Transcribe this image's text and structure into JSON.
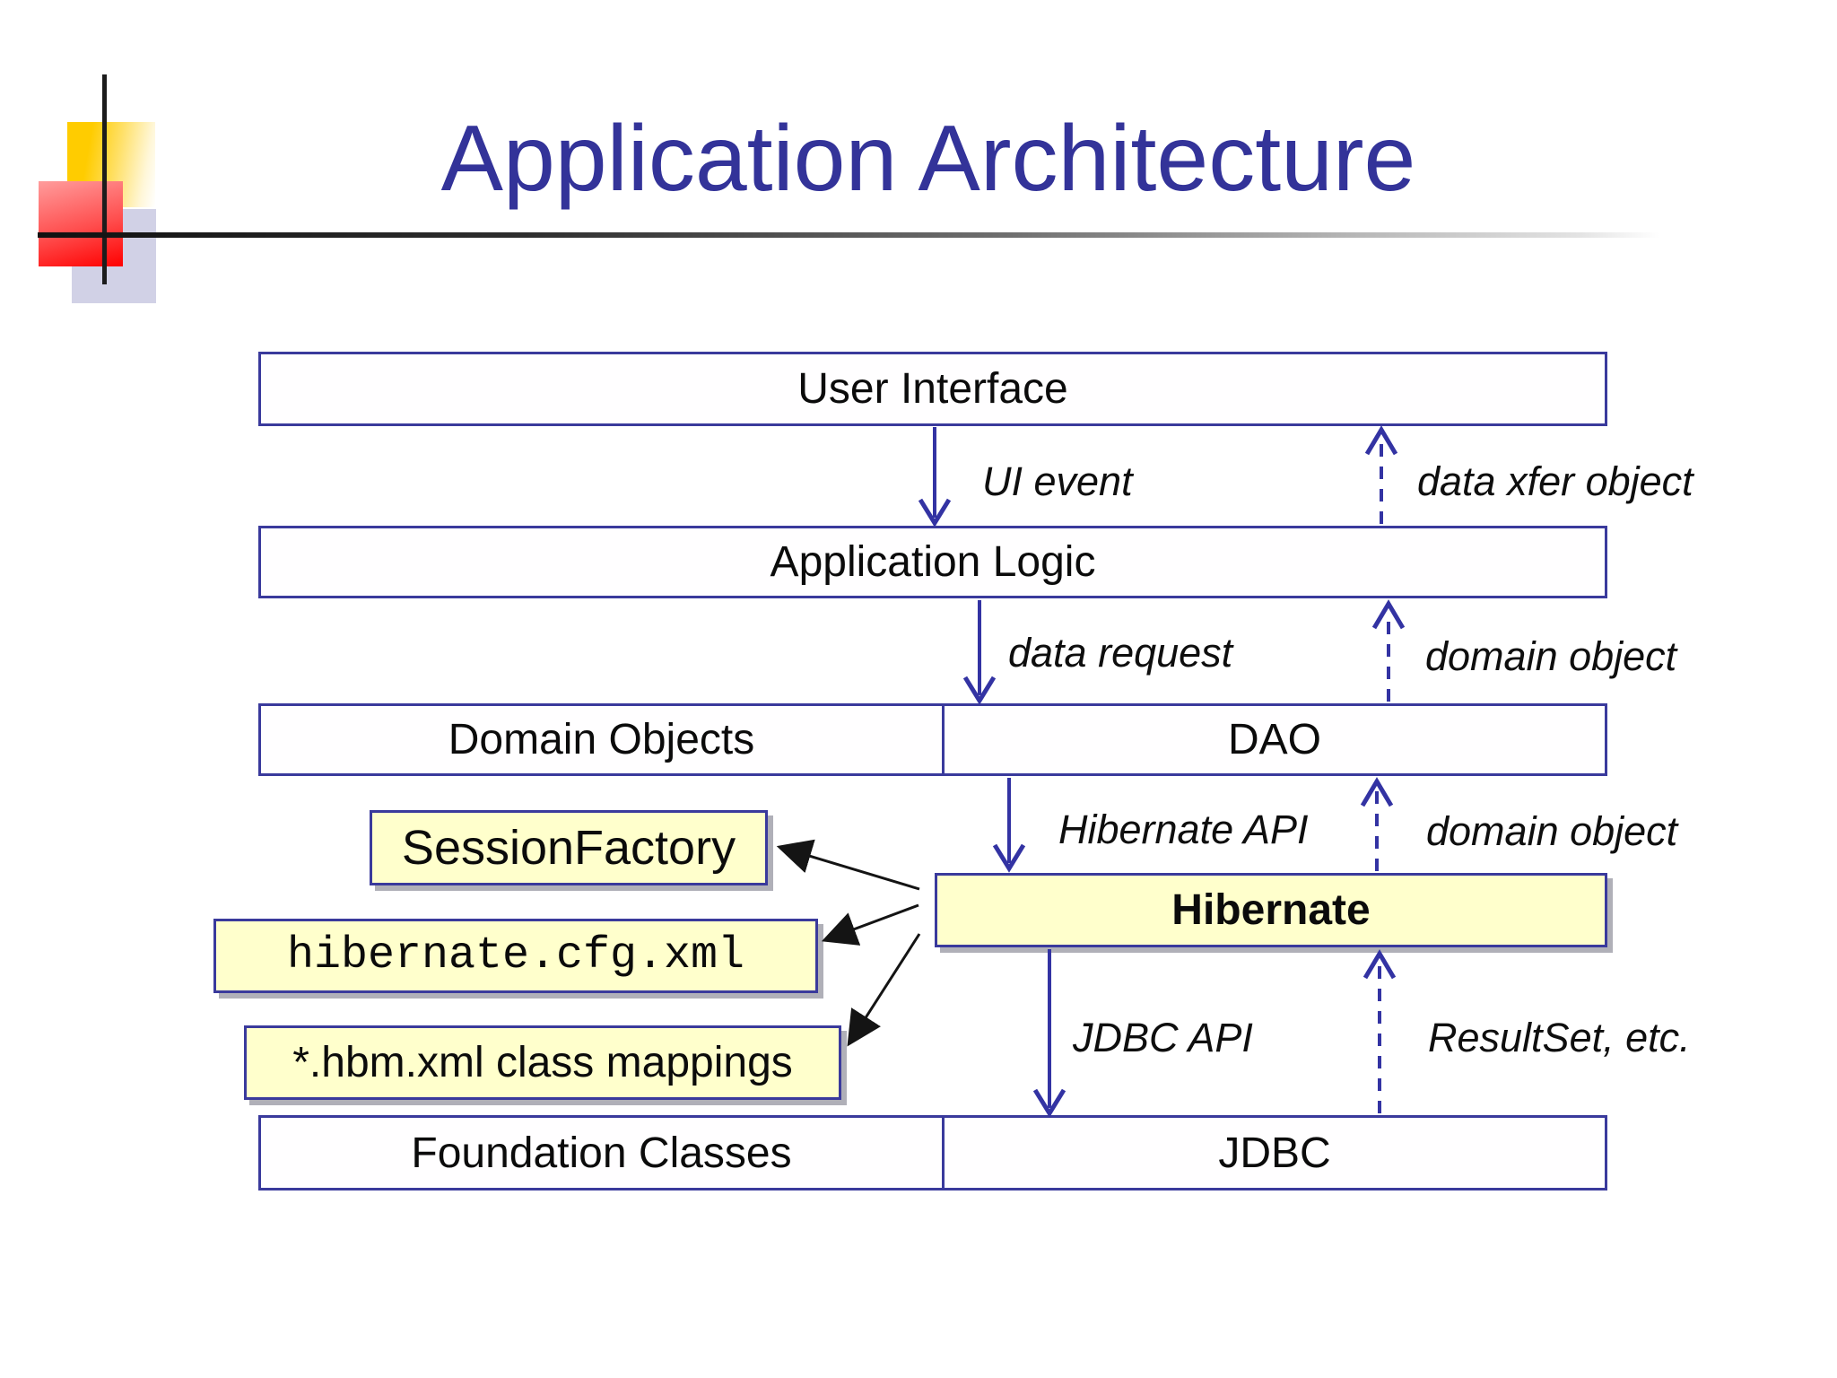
{
  "slide": {
    "title": "Application Architecture",
    "colors": {
      "title_text": "#333399",
      "box_border": "#3a3a9c",
      "blue_arrow": "#3333a3",
      "black_arrow": "#141414",
      "yellow_box_fill": "#ffffcc",
      "white_box_fill": "#ffffff",
      "decoration_yellow": "#ffcc00",
      "decoration_red": "#ff0000",
      "decoration_lavender": "#cbcbe2"
    },
    "layers": {
      "user_interface": "User Interface",
      "application_logic": "Application Logic",
      "domain_objects": "Domain Objects",
      "dao": "DAO",
      "hibernate": "Hibernate",
      "foundation_classes": "Foundation Classes",
      "jdbc": "JDBC"
    },
    "config_boxes": {
      "session_factory": "SessionFactory",
      "hibernate_cfg": "hibernate.cfg.xml",
      "hbm_mappings": "*.hbm.xml class mappings"
    },
    "flow_labels": {
      "ui_event": "UI event",
      "data_xfer_object": "data xfer object",
      "data_request": "data request",
      "domain_object_upper": "domain object",
      "hibernate_api": "Hibernate API",
      "domain_object_lower": "domain object",
      "jdbc_api": "JDBC API",
      "resultset_etc": "ResultSet, etc."
    }
  }
}
